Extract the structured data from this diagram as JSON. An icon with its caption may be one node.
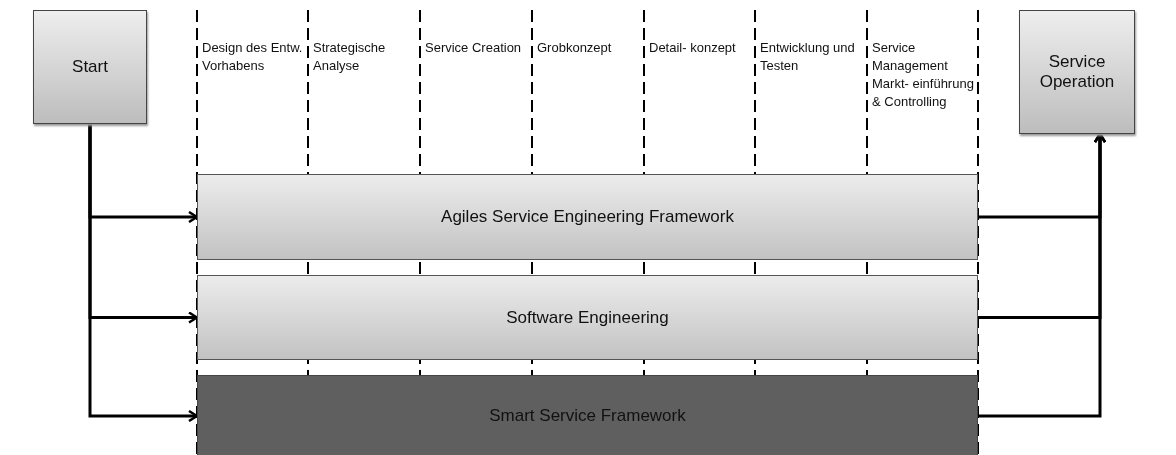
{
  "diagram": {
    "nodes": [
      {
        "text": [
          "Start"
        ]
      },
      {
        "text": [
          "Service Operation"
        ]
      },
      {
        "text": [
          "Agiles Service Engineering Framework"
        ]
      },
      {
        "text": [
          "Software Engineering"
        ]
      },
      {
        "text": [
          "Smart Service Framework"
        ]
      }
    ],
    "edges": [
      {
        "from": 0,
        "to": 2,
        "arrow": "to"
      },
      {
        "from": 0,
        "to": 3,
        "arrow": "to"
      },
      {
        "from": 0,
        "to": 4,
        "arrow": "to"
      },
      {
        "from": 2,
        "to": 1,
        "arrow": "to"
      },
      {
        "from": 3,
        "to": 1,
        "arrow": "to"
      },
      {
        "from": 4,
        "to": 1,
        "arrow": "to"
      }
    ],
    "labels": [
      "Design des Entw. Vorhabens",
      "Strategische Analyse",
      "Service Creation",
      "Grobkonzept",
      "Detail- konzept",
      "Entwicklung und Testen",
      "Service Management Markt- einführung & Controlling"
    ]
  }
}
